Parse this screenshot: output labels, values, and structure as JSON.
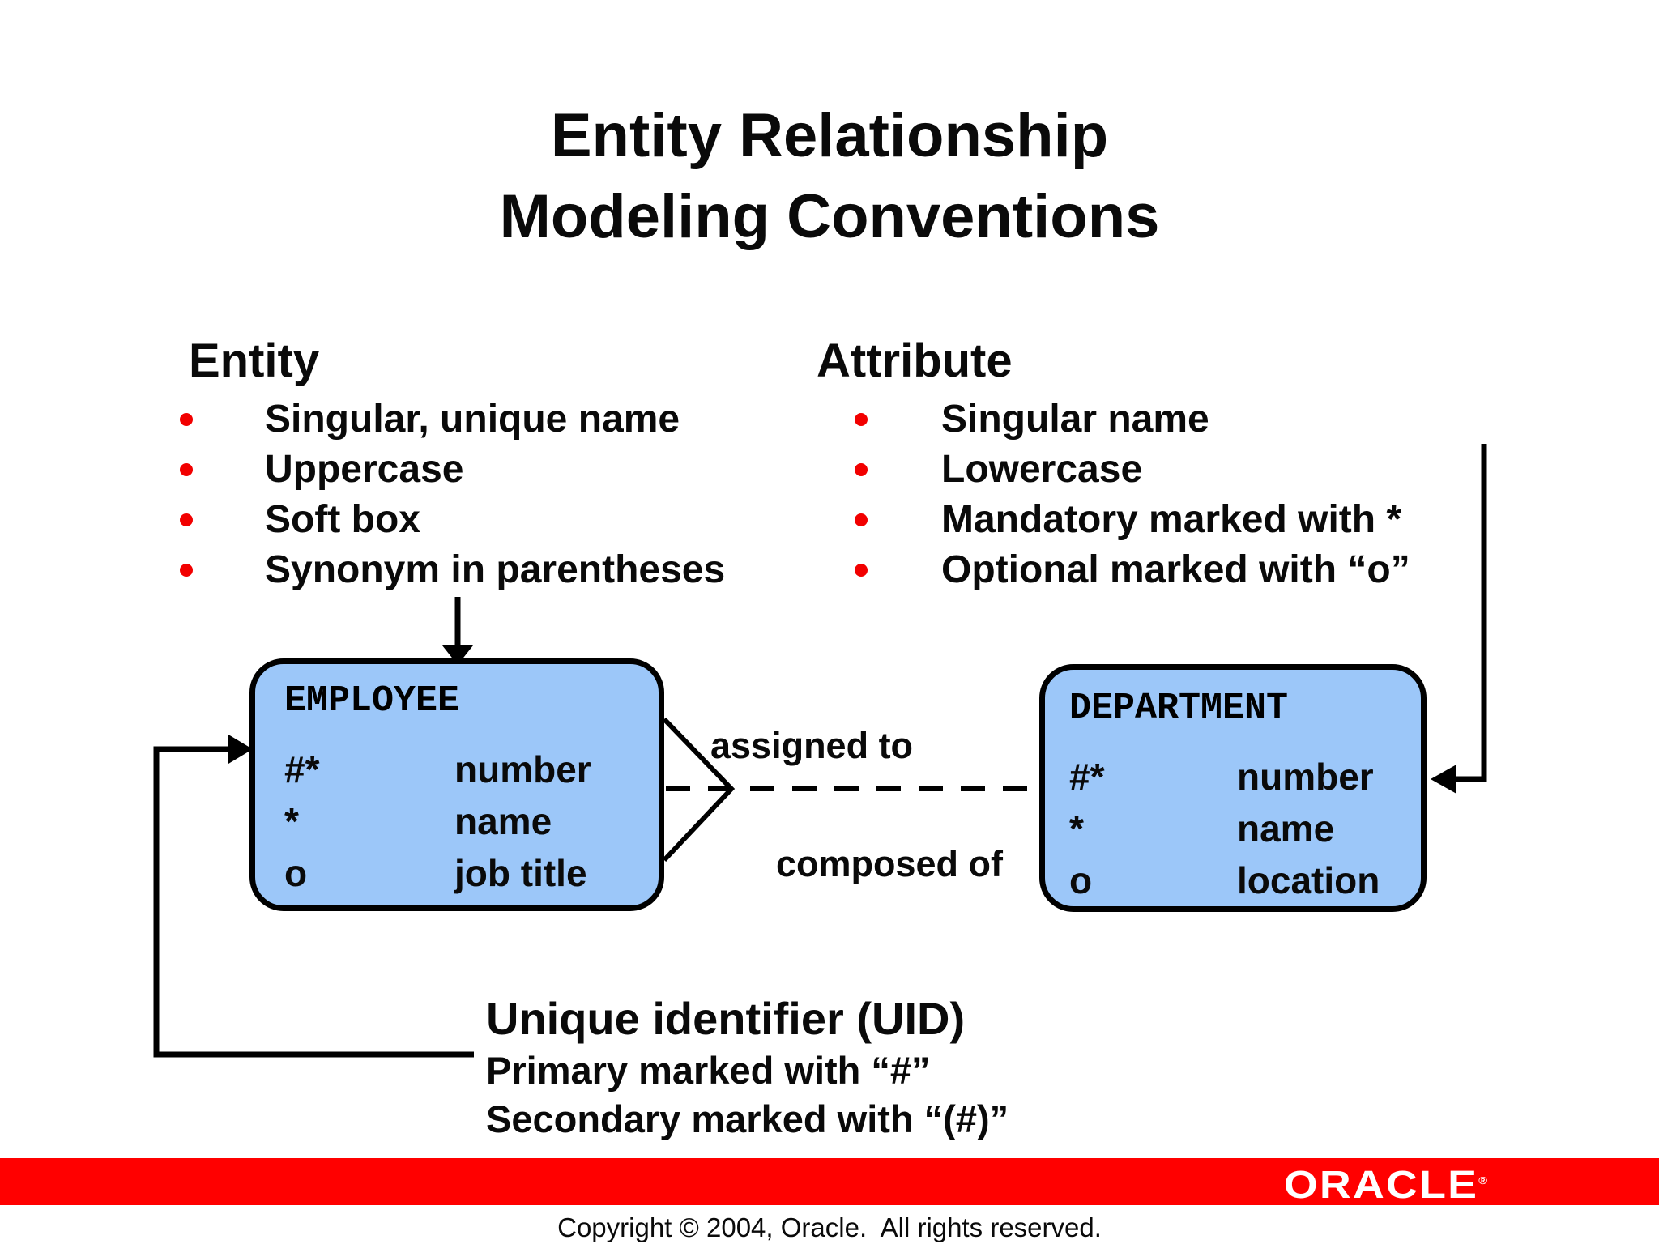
{
  "title": {
    "line1": "Entity Relationship",
    "line2": "Modeling Conventions"
  },
  "entity_section": {
    "heading": "Entity",
    "bullets": [
      "Singular, unique name",
      "Uppercase",
      "Soft box",
      "Synonym in parentheses"
    ]
  },
  "attribute_section": {
    "heading": "Attribute",
    "bullets": [
      "Singular name",
      "Lowercase",
      "Mandatory marked with *",
      "Optional marked with “o”"
    ]
  },
  "diagram": {
    "employee": {
      "name": "EMPLOYEE",
      "attributes": [
        {
          "marker": "#*",
          "name": "number"
        },
        {
          "marker": "*",
          "name": "name"
        },
        {
          "marker": "o",
          "name": "job title"
        }
      ]
    },
    "department": {
      "name": "DEPARTMENT",
      "attributes": [
        {
          "marker": "#*",
          "name": "number"
        },
        {
          "marker": "*",
          "name": "name"
        },
        {
          "marker": "o",
          "name": "location"
        }
      ]
    },
    "relationship": {
      "label_top": "assigned to",
      "label_bottom": "composed of"
    }
  },
  "uid_section": {
    "heading": "Unique identifier (UID)",
    "line1": "Primary marked with “#”",
    "line2": "Secondary marked with “(#)”"
  },
  "footer": {
    "brand": "ORACLE",
    "reg_mark": "®",
    "copyright": "Copyright © 2004, Oracle.  All rights reserved."
  },
  "colors": {
    "entity_fill": "#9CC7F9",
    "entity_border": "#000000",
    "bullet_red": "#F20000",
    "brand_bar_red": "#FF0000",
    "text_black": "#0A0A0A",
    "logo_white": "#FFFFFF"
  }
}
